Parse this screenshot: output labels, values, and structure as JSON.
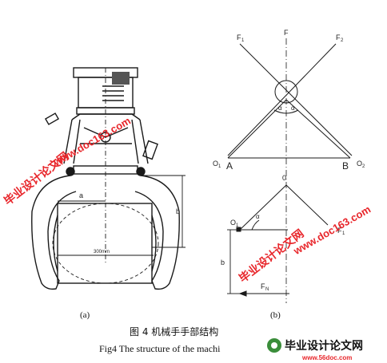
{
  "figure": {
    "panel_a_label": "(a)",
    "panel_b_label": "(b)",
    "caption_zh": "图 4   机械手手部结构",
    "caption_en": "Fig4     The structure of the machi"
  },
  "panel_a": {
    "dim_a": "a",
    "dim_b": "b",
    "dim_300": "300mm"
  },
  "panel_b": {
    "F": "F",
    "F1_top": "F",
    "F1_top_sub": "1",
    "F2_top": "F",
    "F2_top_sub": "2",
    "O1": "O",
    "O1_sub": "1",
    "A": "A",
    "B": "B",
    "O2": "O",
    "O2_sub": "2",
    "alpha_left": "α",
    "alpha_right": "α",
    "zero": "0",
    "O1_low": "O",
    "O1_low_sub": "1",
    "alpha_low": "α",
    "F1_low": "F",
    "F1_low_sub": "1",
    "b_low": "b",
    "FN": "F",
    "FN_sub": "N"
  },
  "watermarks": {
    "cn_text": "毕业设计论文网",
    "url_text": "www.doc163.com",
    "footer_cn": "毕业设计论文网",
    "footer_url": "www.56doc.com"
  },
  "colors": {
    "line": "#1a1a1a",
    "watermark_red": "#e8262b",
    "logo_green": "#3a8d3a"
  }
}
